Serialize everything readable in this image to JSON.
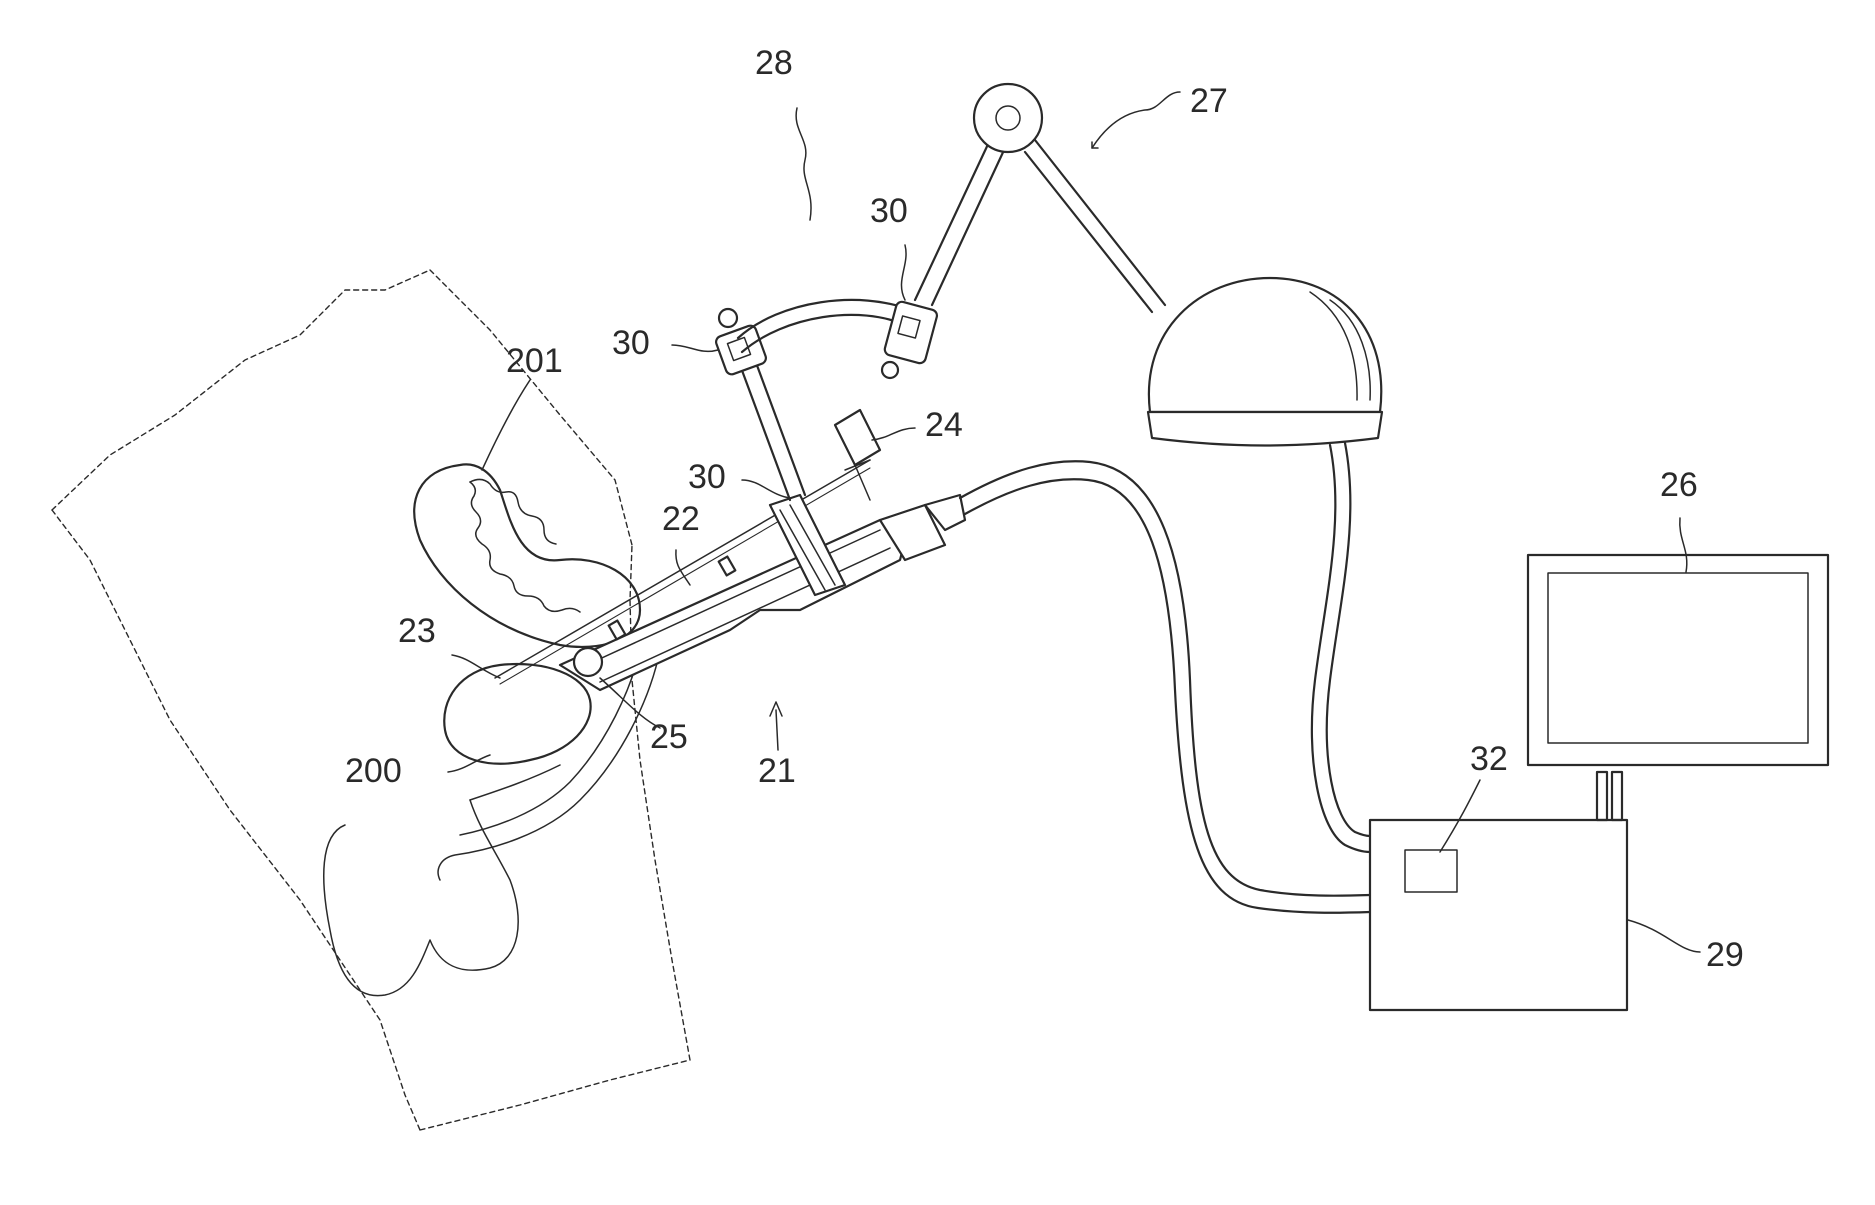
{
  "labels": {
    "l28": "28",
    "l27": "27",
    "l30a": "30",
    "l30b": "30",
    "l30c": "30",
    "l201": "201",
    "l24": "24",
    "l22": "22",
    "l23": "23",
    "l25": "25",
    "l21": "21",
    "l200": "200",
    "l26": "26",
    "l32": "32",
    "l29": "29"
  }
}
